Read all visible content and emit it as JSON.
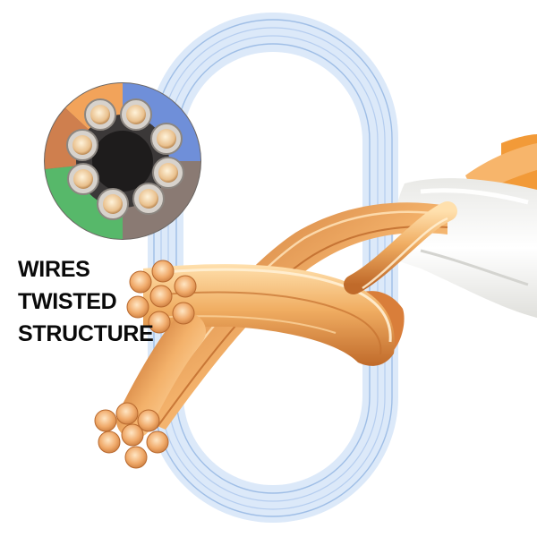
{
  "caption": {
    "line1": "WIRES",
    "line2": "TWISTED",
    "line3": "STRUCTURE"
  },
  "colors": {
    "background": "#ffffff",
    "loop_fill": "#dce9f9",
    "loop_stroke": "#9fbee6",
    "copper_light": "#f8cf95",
    "copper_mid": "#e59a52",
    "copper_dark": "#b9652a",
    "cable_jacket_orange": "#f29a38",
    "cable_jacket_white": "#f4f4f2",
    "caption_text": "#0a0a0a"
  },
  "cross_section": {
    "jacket_colors": [
      "#f2a35a",
      "#6f8fd9",
      "#57b86a",
      "#b58a76"
    ],
    "core_count": 8
  },
  "icons": [
    "wire-cross-section-icon",
    "twisted-copper-pair-icon"
  ]
}
